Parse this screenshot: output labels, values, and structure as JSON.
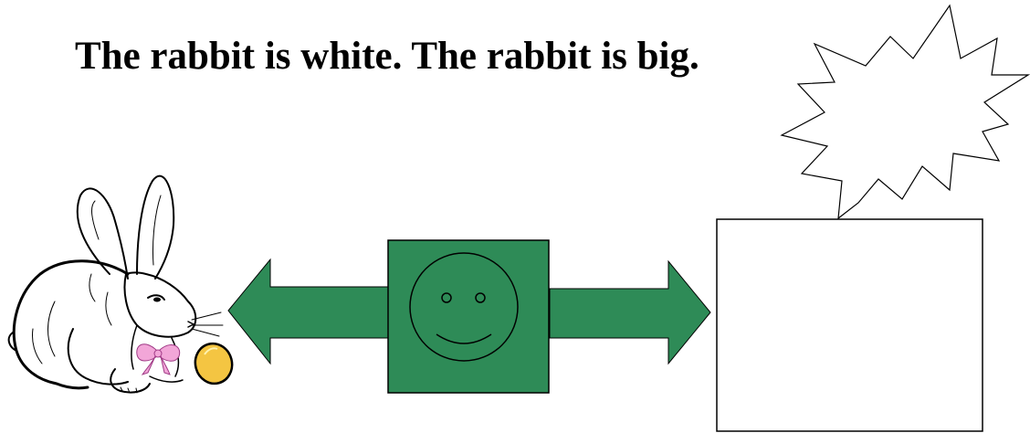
{
  "sentence": "The rabbit is white. The rabbit is big.",
  "colors": {
    "background": "#ffffff",
    "arrow_fill": "#2e8b57",
    "square_fill": "#2e8b57",
    "outline": "#000000",
    "bow": "#f2a6d8",
    "egg": "#f4c542"
  },
  "icons": {
    "rabbit": "rabbit-illustration",
    "egg": "easter-egg",
    "smiley": "smiley-face",
    "burst": "speech-burst-explosion",
    "box": "empty-answer-box"
  }
}
